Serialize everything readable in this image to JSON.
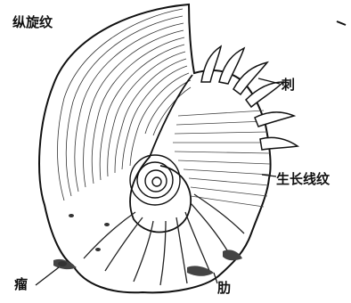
{
  "diagram": {
    "labels": {
      "longitudinal_lines": "纵旋纹",
      "spines": "刺",
      "growth_lines": "生长线纹",
      "tubercles": "瘤",
      "ribs": "肋"
    },
    "colors": {
      "ink": "#111111",
      "paper": "#ffffff",
      "shade": "#444444"
    }
  }
}
